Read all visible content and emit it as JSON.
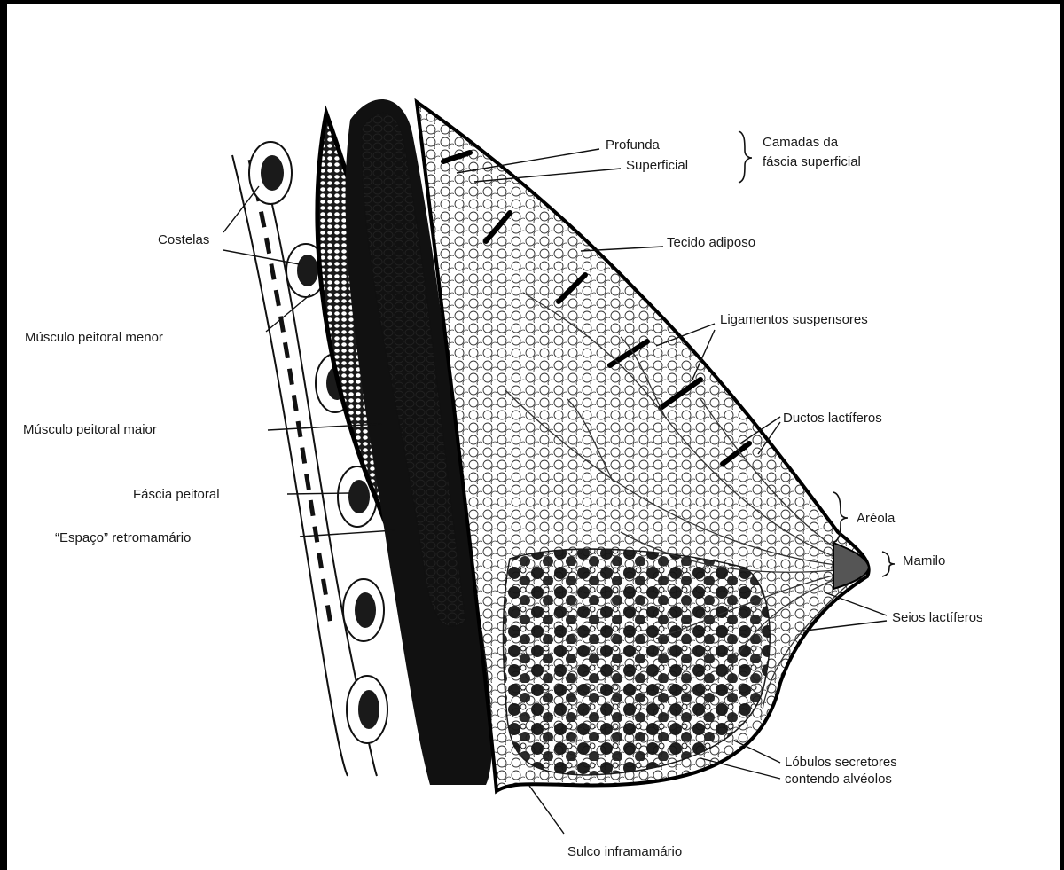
{
  "labels": {
    "profunda": "Profunda",
    "superficial": "Superficial",
    "camadas_line1": "Camadas da",
    "camadas_line2": "fáscia superficial",
    "costelas": "Costelas",
    "tecido_adiposo": "Tecido adiposo",
    "ligamentos": "Ligamentos suspensores",
    "peitoral_menor": "Músculo peitoral menor",
    "ductos": "Ductos lactíferos",
    "peitoral_maior": "Músculo peitoral maior",
    "areola": "Aréola",
    "fascia_peitoral": "Fáscia peitoral",
    "espaco": "“Espaço” retromamário",
    "mamilo": "Mamilo",
    "seios": "Seios lactíferos",
    "lobulos_line1": "Lóbulos secretores",
    "lobulos_line2": "contendo alvéolos",
    "sulco": "Sulco inframamário"
  }
}
